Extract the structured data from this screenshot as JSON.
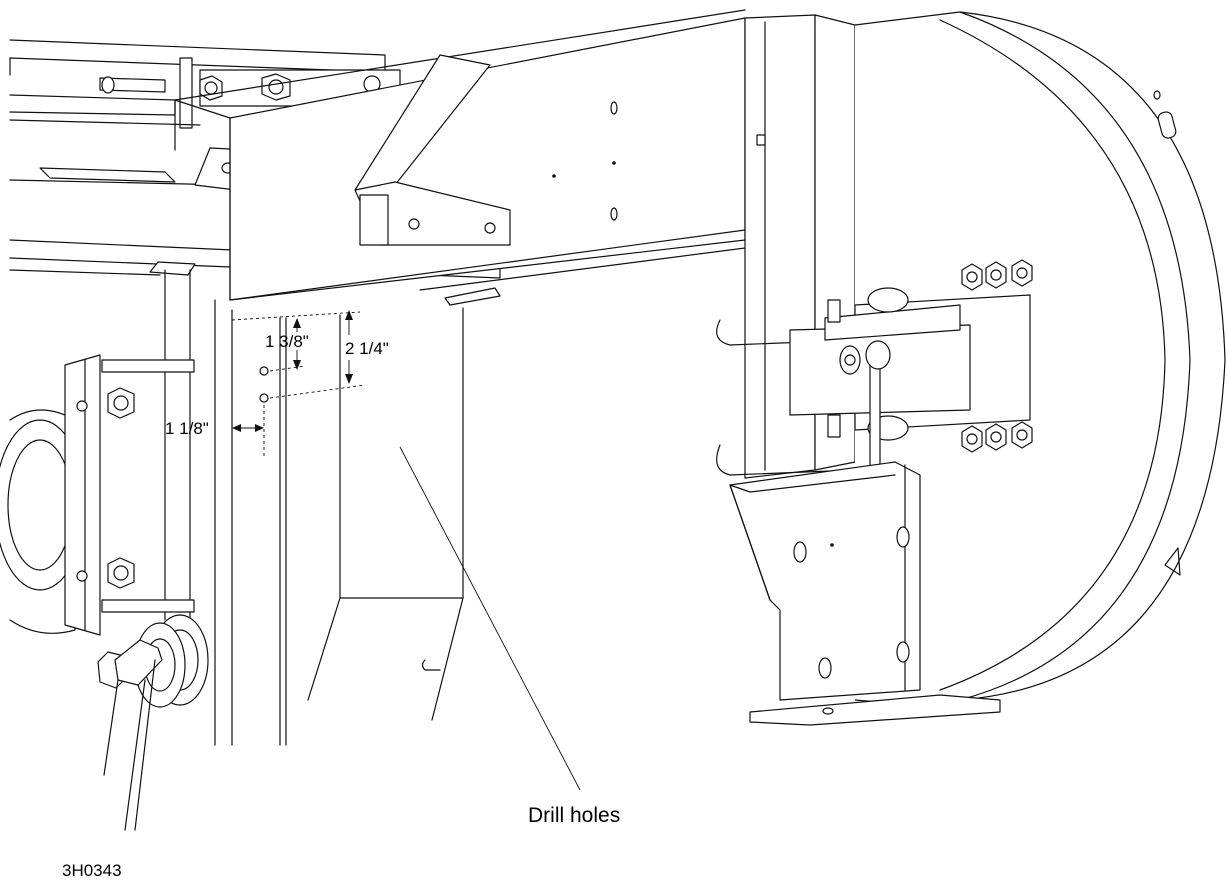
{
  "drawing": {
    "dimensions": {
      "top_offset_short": "1 3/8\"",
      "top_offset_long": "2 1/4\"",
      "side_offset": "1 1/8\""
    },
    "callout": "Drill holes",
    "figure_id": "3H0343"
  }
}
